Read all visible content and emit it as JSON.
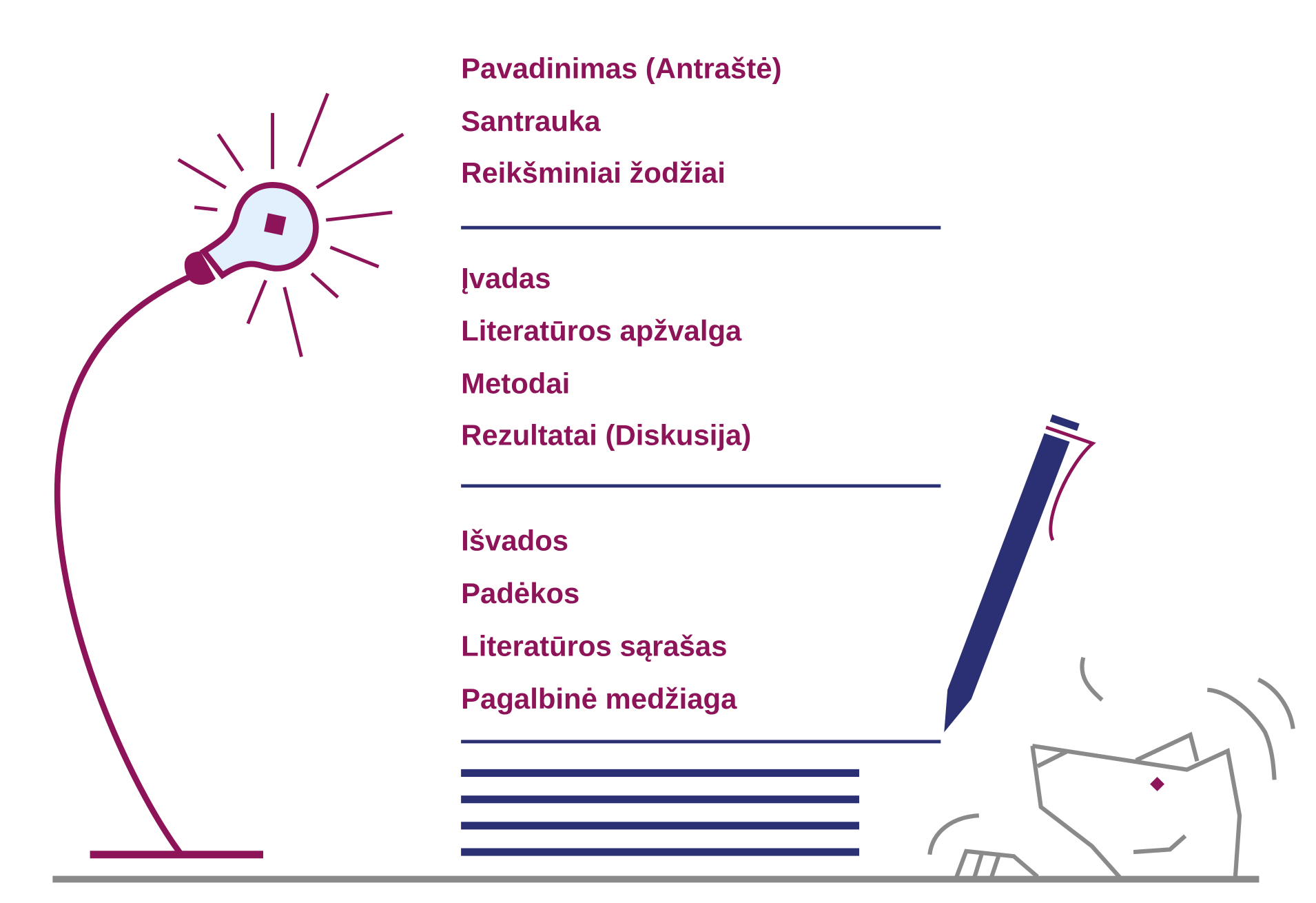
{
  "colors": {
    "accent": "#8E1459",
    "navy": "#2B2F73",
    "gray": "#8A8A8A",
    "bulb": "#E1F0FC"
  },
  "sections": [
    {
      "items": [
        "Pavadinimas (Antraštė)",
        "Santrauka",
        "Reikšminiai žodžiai"
      ]
    },
    {
      "items": [
        "Įvadas",
        "Literatūros apžvalga",
        "Metodai",
        "Rezultatai (Diskusija)"
      ]
    },
    {
      "items": [
        "Išvados",
        "Padėkos",
        "Literatūros sąrašas",
        "Pagalbinė medžiaga"
      ]
    }
  ],
  "icons": [
    "desk-lamp-icon",
    "light-bulb-icon",
    "pen-icon",
    "thinking-face-icon"
  ]
}
